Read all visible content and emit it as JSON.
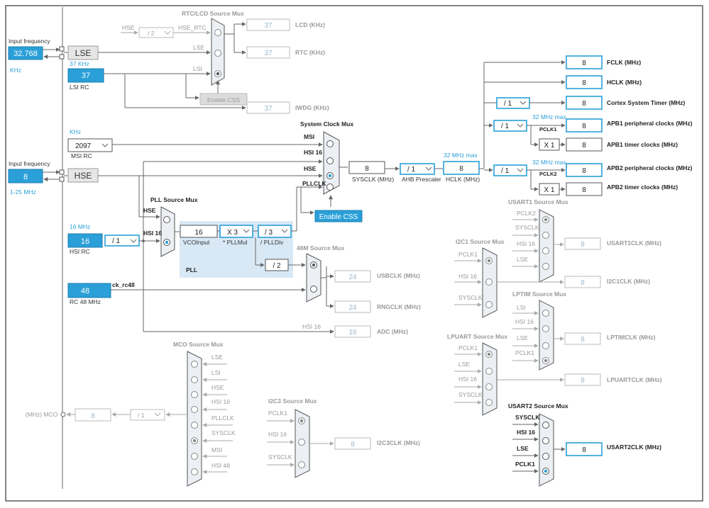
{
  "labels": {
    "input_frequency_1": "Input frequency",
    "lse_value": "32.768",
    "khz_1": "KHz",
    "lse": "LSE",
    "lsi_freq": "37 KHz",
    "lsi_value": "37",
    "lsi_rc": "LSI RC",
    "hse_lbl_top": "HSE",
    "div2": "/ 2",
    "hse_rtc": "HSE_RTC",
    "rtc_mux": "RTC/LCD Source Mux",
    "lse_in": "LSE",
    "lsi_in": "LSI",
    "enable_css_1": "Enable CSS",
    "lcd_val": "37",
    "lcd_lbl": "LCD (KHz)",
    "rtc_val": "37",
    "rtc_lbl": "RTC (KHz)",
    "iwdg_val": "37",
    "iwdg_lbl": "IWDG (KHz)",
    "khz_2": "KHz",
    "msi_value": "2097",
    "msi_rc": "MSI RC",
    "input_frequency_2": "Input frequency",
    "hse_value": "8",
    "hse_range": "1-25 MHz",
    "hse": "HSE",
    "hsi16_freq": "16 MHz",
    "hsi16_value": "16",
    "hsi16_div": "/ 1",
    "hsi_rc": "HSI RC",
    "hsi48_value": "48",
    "rc48": "RC 48 MHz",
    "ck_rc48": "ck_rc48",
    "pll_mux": "PLL Source Mux",
    "pll_hse": "HSE",
    "pll_hsi16": "HSI 16",
    "vco_value": "16",
    "vco_input": "VCOInput",
    "pllmul_value": "X 3",
    "pllmul": "* PLLMul",
    "plldiv_value": "/ 3",
    "plldiv": "/ PLLDiv",
    "pll": "PLL",
    "div2b": "/ 2",
    "m48_mux": "48M Source Mux",
    "usb_val": "24",
    "usb_lbl": "USBCLK (MHz)",
    "rng_val": "24",
    "rng_lbl": "RNGCLK (MHz)",
    "hsi16_adc": "HSI 16",
    "adc_val": "16",
    "adc_lbl": "ADC (MHz)",
    "sysclk_mux": "System Clock Mux",
    "s_msi": "MSI",
    "s_hsi16": "HSI 16",
    "s_hse": "HSE",
    "s_pllclk": "PLLCLK",
    "enable_css_2": "Enable CSS",
    "sysclk_val": "8",
    "sysclk_lbl": "SYSCLK (MHz)",
    "ahb_val": "/ 1",
    "ahb_lbl": "AHB Prescaler",
    "hclk_max": "32 MHz max",
    "hclk_val": "8",
    "hclk_lbl": "HCLK (MHz)",
    "fclk_val": "8",
    "fclk_lbl": "FCLK (MHz)",
    "hclk2_val": "8",
    "hclk2_lbl": "HCLK (MHz)",
    "cortex_div": "/ 1",
    "cortex_val": "8",
    "cortex_lbl": "Cortex System Timer (MHz)",
    "apb1_max": "32 MHz max",
    "apb1_div": "/ 1",
    "pclk1": "PCLK1",
    "apb1_val": "8",
    "apb1_lbl": "APB1 peripheral clocks (MHz)",
    "apb1_x": "X 1",
    "apb1t_val": "8",
    "apb1t_lbl": "APB1 timer clocks (MHz)",
    "apb2_max": "32 MHz max",
    "apb2_div": "/ 1",
    "pclk2": "PCLK2",
    "apb2_val": "8",
    "apb2_lbl": "APB2 peripheral clocks (MHz)",
    "apb2_x": "X 1",
    "apb2t_val": "8",
    "apb2t_lbl": "APB2 timer clocks (MHz)",
    "usart1_mux": "USART1 Source Mux",
    "u1_pclk2": "PCLK2",
    "u1_sysclk": "SYSCLK",
    "u1_hsi16": "HSI 16",
    "u1_lse": "LSE",
    "usart1_val": "8",
    "usart1_lbl": "USART1CLK (MHz)",
    "i2c1_mux": "I2C1 Source Mux",
    "i1_pclk1": "PCLK1",
    "i1_hsi16": "HSI 16",
    "i1_sysclk": "SYSCLK",
    "i2c1_val": "8",
    "i2c1_lbl": "I2C1CLK (MHz)",
    "lptim_mux": "LPTIM Source Mux",
    "lp_lsi": "LSI",
    "lp_hsi16": "HSI 16",
    "lp_lse": "LSE",
    "lp_pclk1": "PCLK1",
    "lptim_val": "8",
    "lptim_lbl": "LPTIMCLK (MHz)",
    "lpuart_mux": "LPUART Source Mux",
    "lu_pclk1": "PCLK1",
    "lu_lse": "LSE",
    "lu_hsi16": "HSI 16",
    "lu_sysclk": "SYSCLK",
    "lpuart_val": "8",
    "lpuart_lbl": "LPUARTCLK (MHz)",
    "usart2_mux": "USART2 Source Mux",
    "u2_sysclk": "SYSCLK",
    "u2_hsi16": "HSI 16",
    "u2_lse": "LSE",
    "u2_pclk1": "PCLK1",
    "usart2_val": "8",
    "usart2_lbl": "USART2CLK (MHz)",
    "mco_mux": "MCO Source Mux",
    "m_lse": "LSE",
    "m_lsi": "LSI",
    "m_hse": "HSE",
    "m_hsi16": "HSI 16",
    "m_pllclk": "PLLCLK",
    "m_sysclk": "SYSCLK",
    "m_msi": "MSI",
    "m_hsi48": "HSI 48",
    "mco_div": "/ 1",
    "mco_val": "8",
    "mco_lbl": "(MHz) MCO",
    "i2c3_mux": "I2C3 Source Mux",
    "i3_pclk1": "PCLK1",
    "i3_hsi16": "HSI 16",
    "i3_sysclk": "SYSCLK",
    "i2c3_val": "8",
    "i2c3_lbl": "I2C3CLK (MHz)"
  },
  "colors": {
    "accent": "#2a9fd8",
    "mux_fill": "#eceff3",
    "pll_bg": "#d8e8f5"
  }
}
